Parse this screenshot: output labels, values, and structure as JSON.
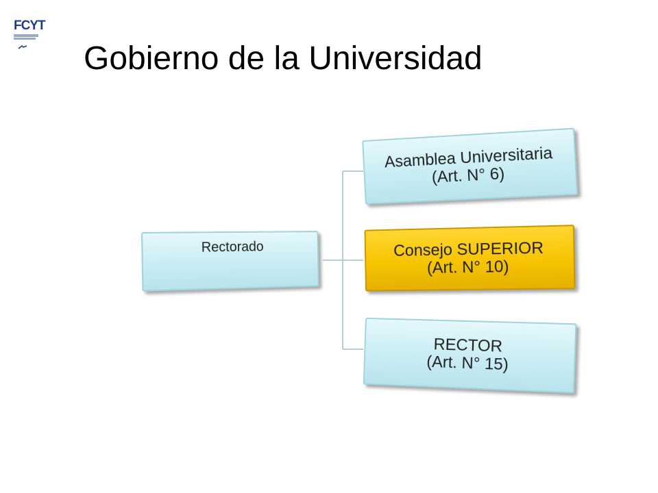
{
  "header": {
    "title": "Gobierno de la Universidad",
    "logo_text": "FCYT"
  },
  "diagram": {
    "root": {
      "label": "Rectorado"
    },
    "children": [
      {
        "line1": "Asamblea Universitaria",
        "line2": "(Art. N° 6)"
      },
      {
        "line1": "Consejo SUPERIOR",
        "line2": "(Art. N° 10)"
      },
      {
        "line1": "RECTOR",
        "line2": "(Art. N° 15)"
      }
    ],
    "colors": {
      "box_light": "#cdeff5",
      "box_highlight": "#f7c400",
      "connector": "#b8cdd4"
    }
  }
}
